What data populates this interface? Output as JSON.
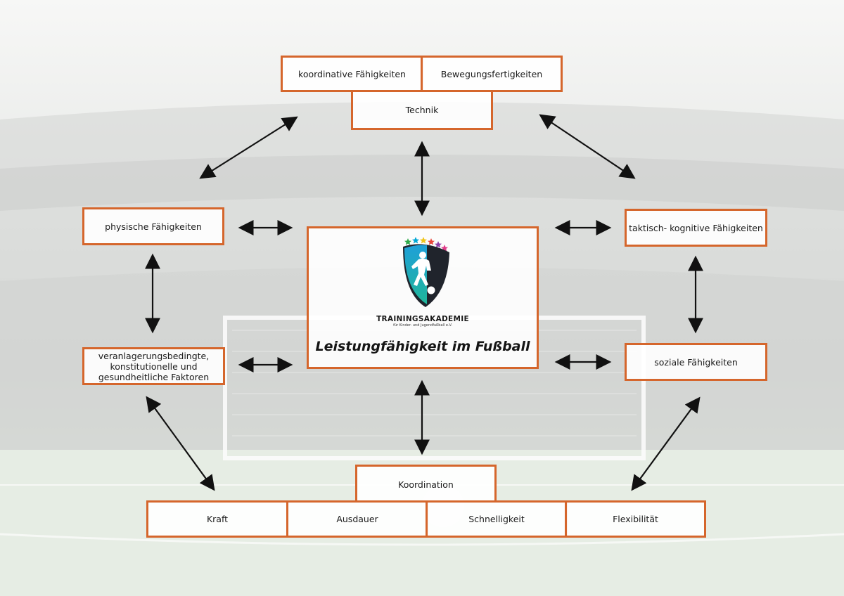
{
  "top": {
    "left_label": "koordinative Fähigkeiten",
    "right_label": "Bewegungsfertigkeiten",
    "bottom_label": "Technik"
  },
  "left": {
    "upper_label": "physische Fähigkeiten",
    "lower_lines": [
      "veranlagerungsbedingte,",
      "konstitutionelle und",
      "gesundheitliche Faktoren"
    ]
  },
  "right": {
    "upper_label": "taktisch- kognitive Fähigkeiten",
    "lower_label": "soziale Fähigkeiten"
  },
  "center": {
    "org_name": "TRAININGSAKADEMIE",
    "org_tagline": "für Kinder- und Jugendfußball e.V.",
    "title": "Leistungfähigkeit im Fußball"
  },
  "bottom": {
    "top_label": "Koordination",
    "items": [
      "Kraft",
      "Ausdauer",
      "Schnelligkeit",
      "Flexibilität"
    ]
  },
  "colors": {
    "box_border": "#d5662c",
    "arrow": "#111111",
    "star_colors": [
      "#2ea84a",
      "#00a7d6",
      "#f0c419",
      "#e8463a",
      "#8e3fa8",
      "#e03c8a"
    ]
  }
}
